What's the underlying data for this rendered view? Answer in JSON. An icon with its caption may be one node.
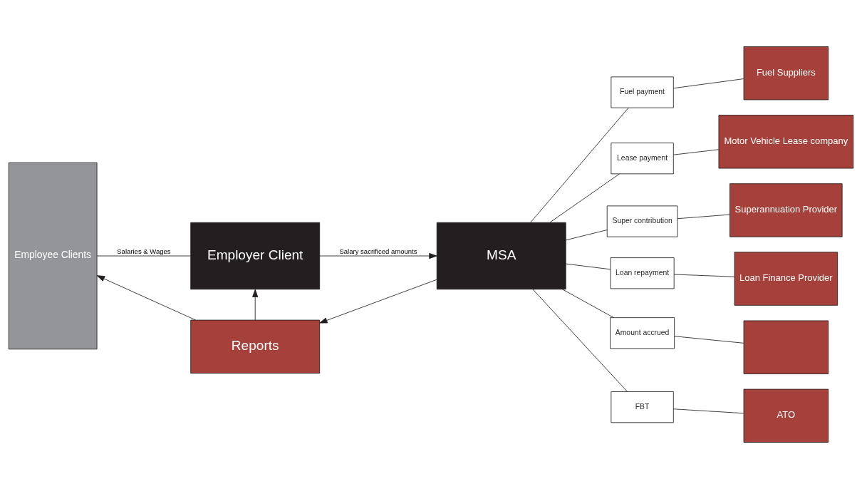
{
  "diagram": {
    "nodes": [
      {
        "text": [
          "Employee Clients"
        ]
      },
      {
        "text": [
          "Employer Client"
        ]
      },
      {
        "text": [
          "MSA"
        ]
      },
      {
        "text": [
          "Reports"
        ]
      },
      {
        "text": [
          "Fuel payment"
        ]
      },
      {
        "text": [
          "Fuel Suppliers"
        ]
      },
      {
        "text": [
          "Lease payment"
        ]
      },
      {
        "text": [
          "Motor Vehicle Lease company"
        ]
      },
      {
        "text": [
          "Super contribution"
        ]
      },
      {
        "text": [
          "Superannuation Provider"
        ]
      },
      {
        "text": [
          "Loan repayment"
        ]
      },
      {
        "text": [
          "Loan Finance Provider"
        ]
      },
      {
        "text": [
          "Amount accrued"
        ]
      },
      {
        "text": [],
        "shape": "box"
      },
      {
        "text": [
          "FBT"
        ]
      },
      {
        "text": [
          "ATO"
        ]
      }
    ],
    "edges": [
      {
        "from": 0,
        "to": 1,
        "arrow": "none",
        "label": "Salaries & Wages"
      },
      {
        "from": 1,
        "to": 2,
        "arrow": "to",
        "label": "Salary sacrificed amounts"
      },
      {
        "from": 2,
        "to": 3,
        "arrow": "to"
      },
      {
        "from": 3,
        "to": 1,
        "arrow": "to"
      },
      {
        "from": 3,
        "to": 0,
        "arrow": "to"
      },
      {
        "from": 2,
        "to": 4,
        "arrow": "none"
      },
      {
        "from": 2,
        "to": 6,
        "arrow": "none"
      },
      {
        "from": 2,
        "to": 8,
        "arrow": "none"
      },
      {
        "from": 2,
        "to": 10,
        "arrow": "none"
      },
      {
        "from": 2,
        "to": 12,
        "arrow": "none"
      },
      {
        "from": 2,
        "to": 14,
        "arrow": "none"
      },
      {
        "from": 4,
        "to": 5,
        "arrow": "none"
      },
      {
        "from": 6,
        "to": 7,
        "arrow": "none"
      },
      {
        "from": 8,
        "to": 9,
        "arrow": "none"
      },
      {
        "from": 10,
        "to": 11,
        "arrow": "none"
      },
      {
        "from": 12,
        "to": 13,
        "arrow": "none"
      },
      {
        "from": 14,
        "to": 15,
        "arrow": "none"
      }
    ]
  }
}
